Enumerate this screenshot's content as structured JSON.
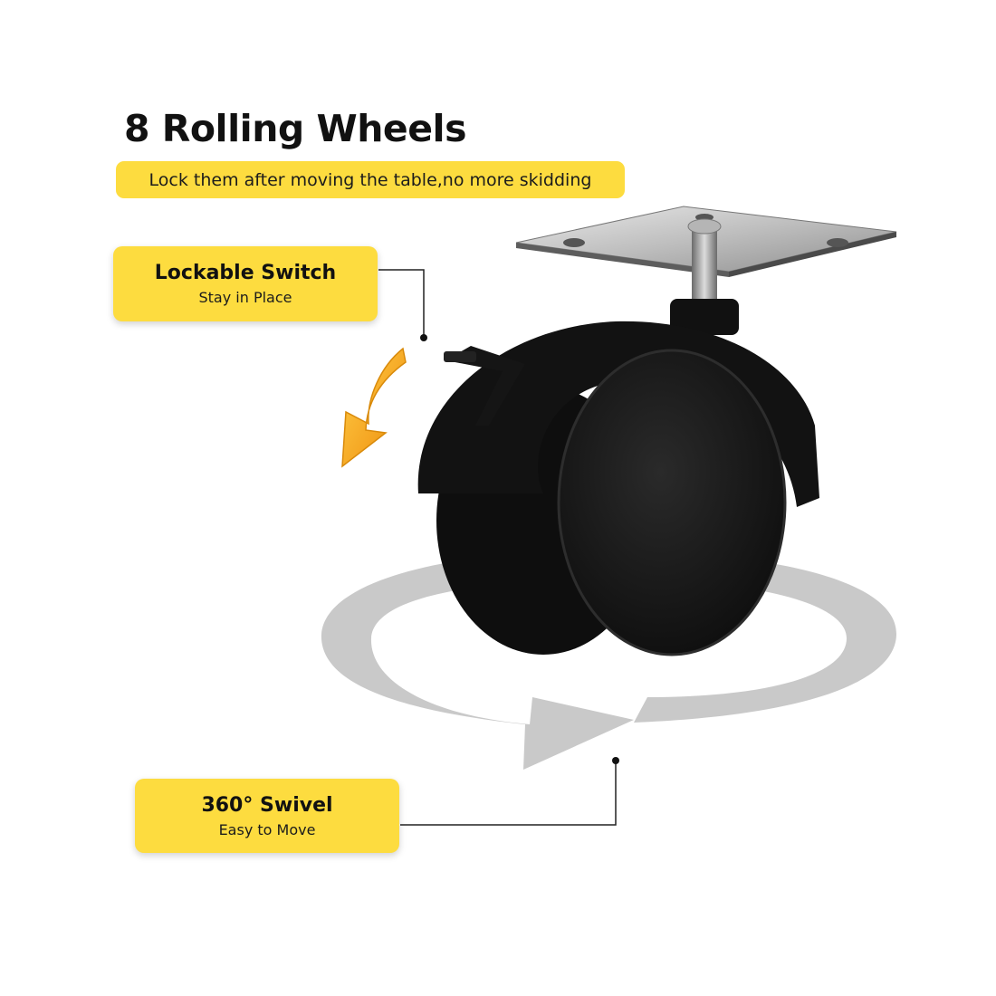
{
  "heading": "8 Rolling Wheels",
  "subheading": "Lock them after moving the table,no more skidding",
  "callouts": {
    "lockable": {
      "title": "Lockable Switch",
      "subtitle": "Stay in Place"
    },
    "swivel": {
      "title": "360° Swivel",
      "subtitle": "Easy to Move"
    }
  },
  "colors": {
    "accent": "#fddc3f",
    "text": "#111111",
    "arrow": "#f5a623",
    "swivel_ring": "#c8c8c8",
    "wheel": "#111111"
  }
}
